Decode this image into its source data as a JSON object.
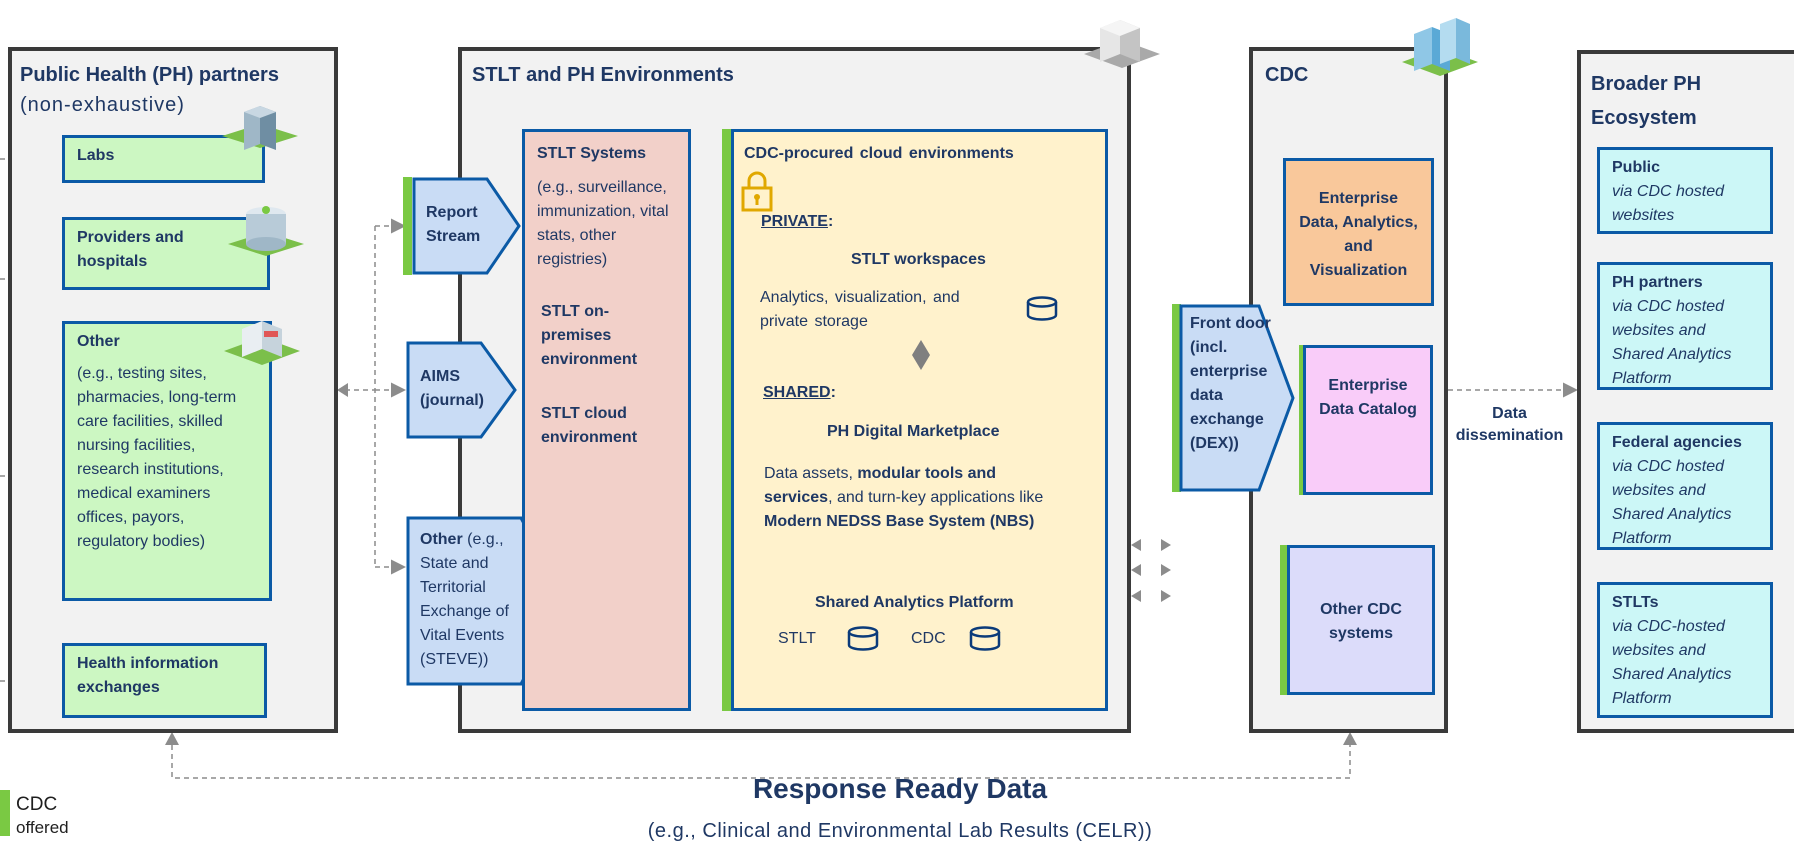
{
  "ph_partners": {
    "title": "Public Health (PH) partners",
    "subtitle": "(non-exhaustive)",
    "labs": "Labs",
    "providers": "Providers and hospitals",
    "other_title": "Other",
    "other_desc": "(e.g., testing sites, pharmacies, long-term care facilities, skilled nursing facilities, research institutions, medical examiners offices, payors, regulatory bodies)",
    "hie": "Health information exchanges"
  },
  "stlt_env": {
    "title": "STLT and PH Environments",
    "report_stream": "Report Stream",
    "aims": "AIMS (journal)",
    "other_bold": "Other",
    "other_rest": " (e.g., State and Territorial Exchange of Vital Events (STEVE))",
    "stlt_systems_title": "STLT Systems",
    "stlt_systems_desc": "(e.g., surveillance, immunization, vital stats, other registries)",
    "stlt_onprem": "STLT on-premises environment",
    "stlt_cloud": "STLT cloud environment",
    "cloud_title": "CDC-procured cloud environments",
    "private_label": "PRIVATE",
    "stlt_workspaces": "STLT workspaces",
    "workspaces_desc": "Analytics, visualization, and private storage",
    "shared_label": "SHARED",
    "marketplace": "PH Digital Marketplace",
    "marketplace_desc_1": "Data assets, ",
    "marketplace_desc_2": "modular tools and services",
    "marketplace_desc_3": ", and turn-key applications like ",
    "marketplace_desc_4": "Modern NEDSS Base System (NBS)",
    "shared_platform": "Shared Analytics Platform",
    "stlt_db": "STLT",
    "cdc_db": "CDC"
  },
  "cdc": {
    "title": "CDC",
    "front_door": "Front door (incl. enterprise data exchange (DEX))",
    "edav": "Enterprise Data, Analytics, and Visualization",
    "catalog": "Enterprise Data Catalog",
    "other_systems": "Other CDC systems"
  },
  "dissemination": "Data dissemination",
  "broader": {
    "title": "Broader PH Ecosystem",
    "items": [
      {
        "title": "Public",
        "desc": "via CDC hosted websites"
      },
      {
        "title": "PH partners",
        "desc": "via CDC hosted websites and Shared Analytics Platform"
      },
      {
        "title": "Federal agencies",
        "desc": "via CDC hosted websites and Shared Analytics Platform"
      },
      {
        "title": "STLTs",
        "desc": "via CDC-hosted websites and Shared Analytics Platform"
      }
    ]
  },
  "response_ready": {
    "title": "Response Ready Data",
    "subtitle": "(e.g., Clinical and Environmental Lab Results (CELR))"
  },
  "legend": {
    "label_1": "CDC",
    "label_2": "offered",
    "color": "#7ac943"
  },
  "colors": {
    "border_blue": "#0b5aa6",
    "green_box": "#ccf7c2",
    "blue_box": "#c9dcf5",
    "pink_box": "#f2d0c9",
    "yellow_box": "#fff2cc",
    "orange_box": "#f9c89b",
    "magenta_box": "#f9ccf9",
    "lavender_box": "#dcdcfa",
    "cyan_box": "#ccf7f7",
    "lock": "#e0a800"
  }
}
